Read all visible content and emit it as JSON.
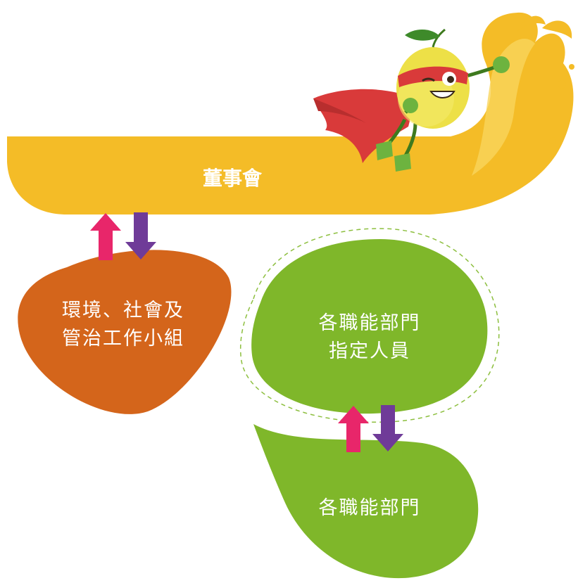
{
  "board": {
    "label": "董事會"
  },
  "esg_group": {
    "line1": "環境、社會及",
    "line2": "管治工作小組"
  },
  "designated_staff": {
    "line1": "各職能部門",
    "line2": "指定人員"
  },
  "departments": {
    "label": "各職能部門"
  },
  "colors": {
    "board": "#F4BC27",
    "esg": "#D4651B",
    "green": "#7FB72A",
    "arrow_up": "#E8266A",
    "arrow_down": "#6F3B98",
    "dashed": "#8DBF3F"
  },
  "mascot": {
    "name": "lemon-superhero-icon"
  }
}
